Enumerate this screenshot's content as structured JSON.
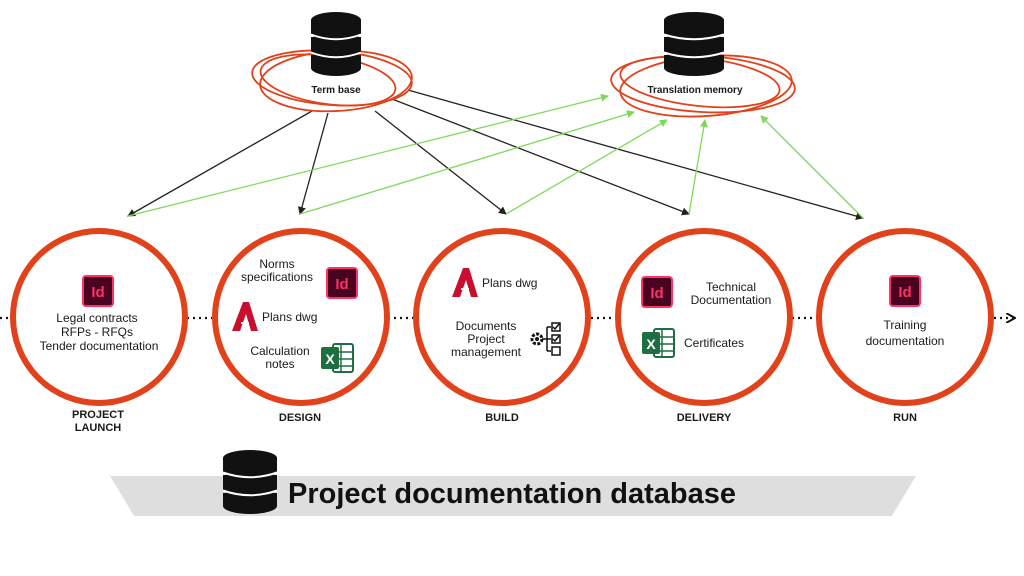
{
  "databases": {
    "term_base": {
      "label": "Term base"
    },
    "translation_memory": {
      "label": "Translation memory"
    }
  },
  "phases": [
    {
      "title": "PROJECT\nLAUNCH",
      "items": [
        "Legal contracts",
        "RFPs - RFQs",
        "Tender documentation"
      ]
    },
    {
      "title": "DESIGN",
      "items": [
        "Norms\nspecifications",
        "Plans dwg",
        "Calculation\nnotes"
      ]
    },
    {
      "title": "BUILD",
      "items": [
        "Plans dwg",
        "Documents\nProject\nmanagement"
      ]
    },
    {
      "title": "DELIVERY",
      "items": [
        "Technical\nDocumentation",
        "Certificates"
      ]
    },
    {
      "title": "RUN",
      "items": [
        "Training\ndocumentation"
      ]
    }
  ],
  "footer": {
    "title": "Project documentation database"
  },
  "icons": {
    "indesign_glyph": "Id",
    "excel_glyph": "X",
    "autocad_glyph": "A"
  },
  "colors": {
    "accent_orange": "#e1421b",
    "arrow_dark": "#222222",
    "arrow_green": "#7ed957",
    "indesign_bg": "#49021f",
    "indesign_pink": "#ff3366",
    "excel_green": "#1d6f42",
    "autocad_red": "#c8102e"
  }
}
